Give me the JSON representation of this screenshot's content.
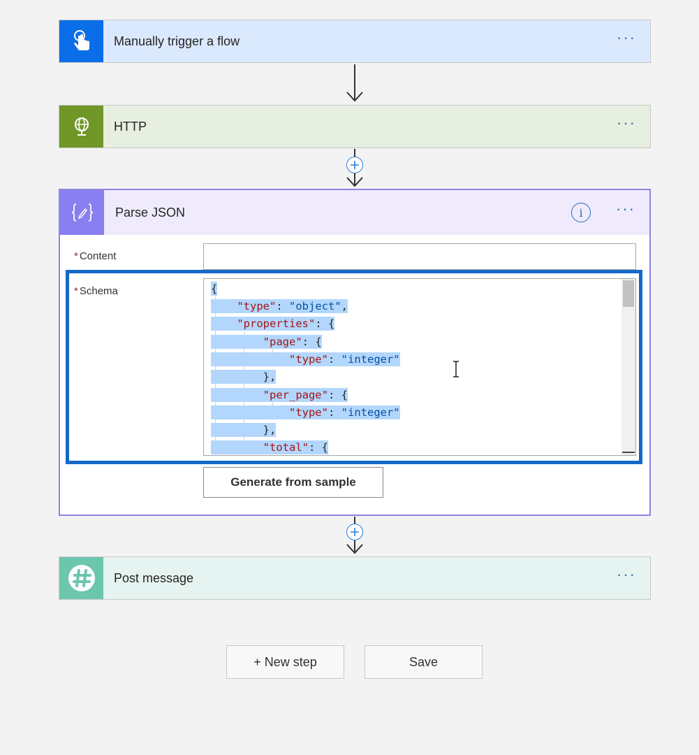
{
  "steps": {
    "trigger": {
      "title": "Manually trigger a flow",
      "icon": "touch-icon",
      "color": "#0a6ee8",
      "more": "···"
    },
    "http": {
      "title": "HTTP",
      "icon": "globe-icon",
      "color": "#709727",
      "more": "···"
    },
    "parse_json": {
      "title": "Parse JSON",
      "icon": "json-braces-icon",
      "color": "#8a7ff0",
      "info": "i",
      "more": "···",
      "content_label": "Content",
      "content_value": "",
      "schema_label": "Schema",
      "required_mark": "*",
      "schema_lines": [
        "{",
        "\"type\": \"object\",",
        "\"properties\": {",
        "\"page\": {",
        "\"type\": \"integer\"",
        "},",
        "\"per_page\": {",
        "\"type\": \"integer\"",
        "},",
        "\"total\": {"
      ],
      "generate_button": "Generate from sample"
    },
    "post_message": {
      "title": "Post message",
      "icon": "slack-hash-icon",
      "color": "#6cc6ae",
      "more": "···"
    }
  },
  "actions": {
    "new_step": "+ New step",
    "save": "Save"
  },
  "highlight_color": "#1469c7"
}
